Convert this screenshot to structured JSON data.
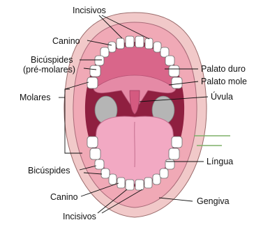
{
  "labels": {
    "incisivos_top": "Incisivos",
    "canino_top": "Canino",
    "bicuspides_top_1": "Bicúspides",
    "bicuspides_top_2": "(pré-molares)",
    "molares": "Molares",
    "palato_duro": "Palato duro",
    "palato_mole": "Palato mole",
    "uvula": "Úvula",
    "lingua": "Língua",
    "bicuspides_bottom": "Bicúspides",
    "canino_bottom": "Canino",
    "gengiva": "Gengiva",
    "incisivos_bottom": "Incisivos"
  },
  "colors": {
    "lips": "#f1c9c9",
    "gum": "#f0a9b6",
    "palate": "#d9668a",
    "tongue": "#f2a9c3",
    "throat": "#8f1f40",
    "tonsil": "#b5b5b5",
    "tooth": "#ffffff",
    "tooth_outline": "#6b6b6b",
    "leader_line": "#111111",
    "accent_line": "#7fb069"
  }
}
